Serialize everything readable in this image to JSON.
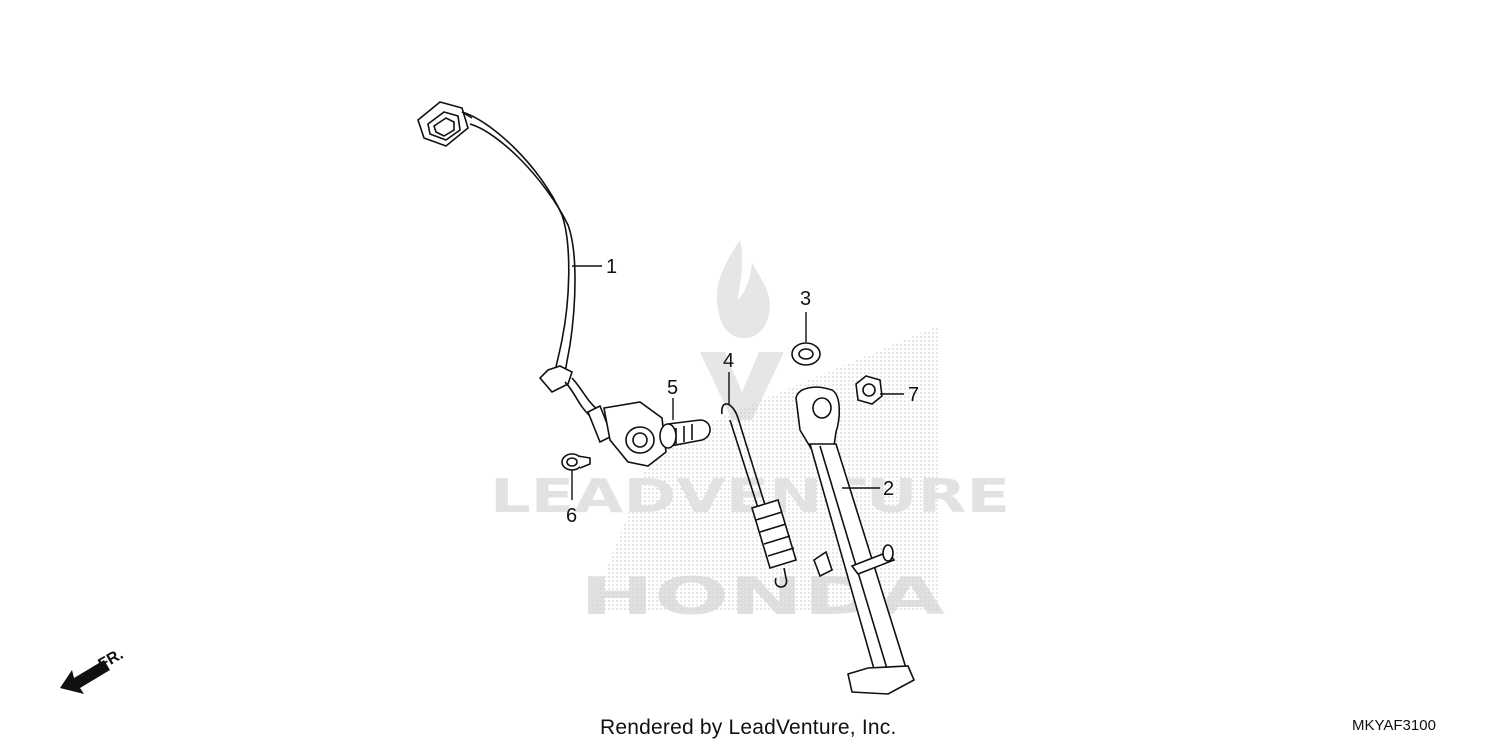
{
  "diagram": {
    "callouts": [
      "1",
      "2",
      "3",
      "4",
      "5",
      "6",
      "7"
    ],
    "front_arrow_label": "FR.",
    "watermark_text": "LEADVENTURE",
    "watermark_brand": "HONDA"
  },
  "footer": {
    "rendered_by": "Rendered by LeadVenture, Inc.",
    "diagram_code": "MKYAF3100"
  }
}
